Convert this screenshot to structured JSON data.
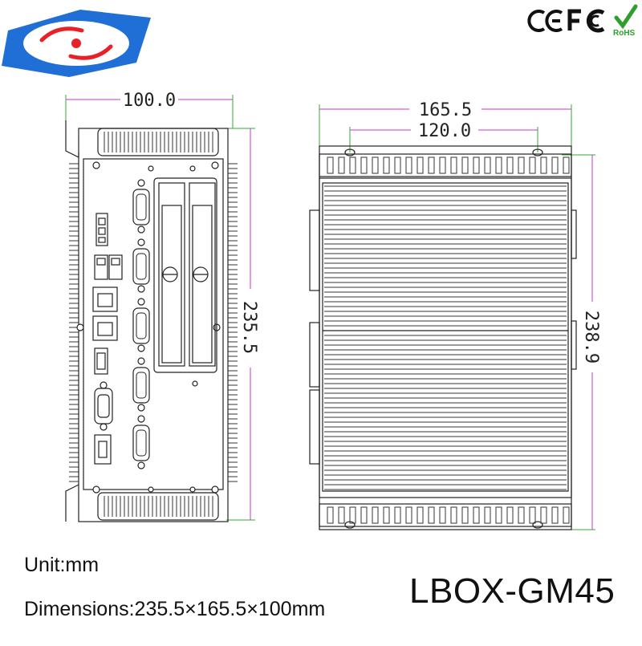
{
  "brand": {
    "logo": "brand-logo",
    "certifications": [
      "CE",
      "FC",
      "RoHS"
    ]
  },
  "drawing": {
    "side_view": {
      "width_label": "100.0",
      "height_label": "235.5"
    },
    "top_view": {
      "width_label": "165.5",
      "hole_spacing_label": "120.0",
      "height_label": "238.9"
    }
  },
  "colors": {
    "logo_blue": "#1f6fd6",
    "logo_red": "#e8202a",
    "dimension_line": "#cc33cc",
    "extension_line": "#33aa33",
    "outline": "#222222",
    "rohs_green": "#2e9e2e"
  },
  "footer": {
    "unit": "Unit:mm",
    "dimensions": "Dimensions:235.5×165.5×100mm",
    "model": "LBOX-GM45"
  }
}
